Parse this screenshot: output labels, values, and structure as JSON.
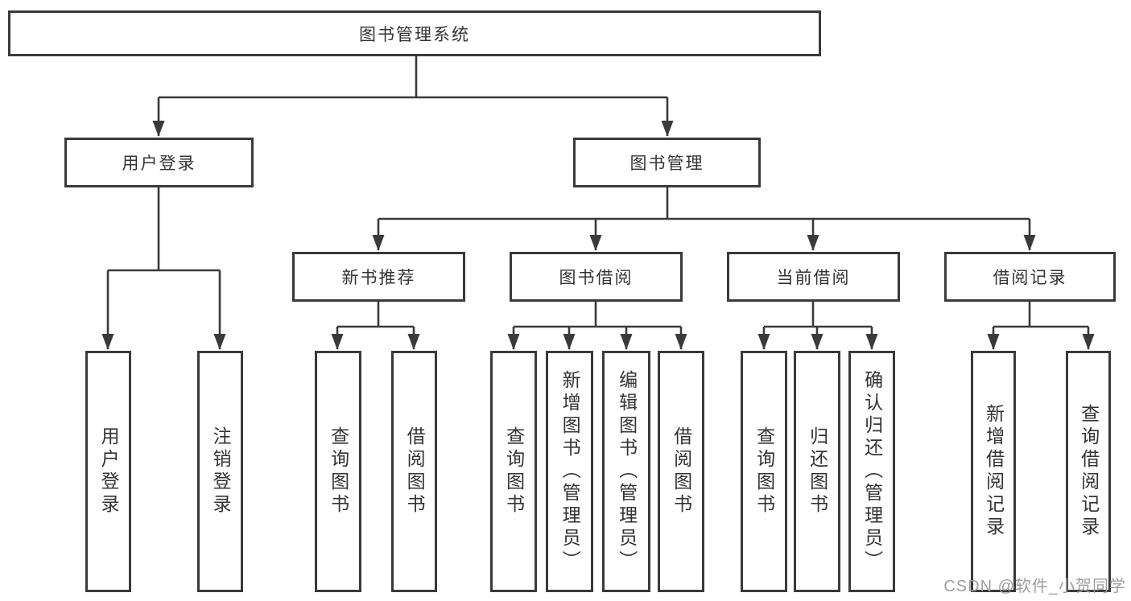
{
  "tree": {
    "label": "图书管理系统",
    "children": [
      {
        "label": "用户登录",
        "children": [
          {
            "label": "用户登录"
          },
          {
            "label": "注销登录"
          }
        ]
      },
      {
        "label": "图书管理",
        "children": [
          {
            "label": "新书推荐",
            "children": [
              {
                "label": "查询图书"
              },
              {
                "label": "借阅图书"
              }
            ]
          },
          {
            "label": "图书借阅",
            "children": [
              {
                "label": "查询图书"
              },
              {
                "label": "新增图书（管理员）"
              },
              {
                "label": "编辑图书（管理员）"
              },
              {
                "label": "借阅图书"
              }
            ]
          },
          {
            "label": "当前借阅",
            "children": [
              {
                "label": "查询图书"
              },
              {
                "label": "归还图书"
              },
              {
                "label": "确认归还（管理员）"
              }
            ]
          },
          {
            "label": "借阅记录",
            "children": [
              {
                "label": "新增借阅记录"
              },
              {
                "label": "查询借阅记录"
              }
            ]
          }
        ]
      }
    ]
  },
  "watermark": "CSDN @软件_小贺同学",
  "colors": {
    "line": "#3a3a3a",
    "text": "#333333",
    "watermark": "#9e9e9e"
  }
}
